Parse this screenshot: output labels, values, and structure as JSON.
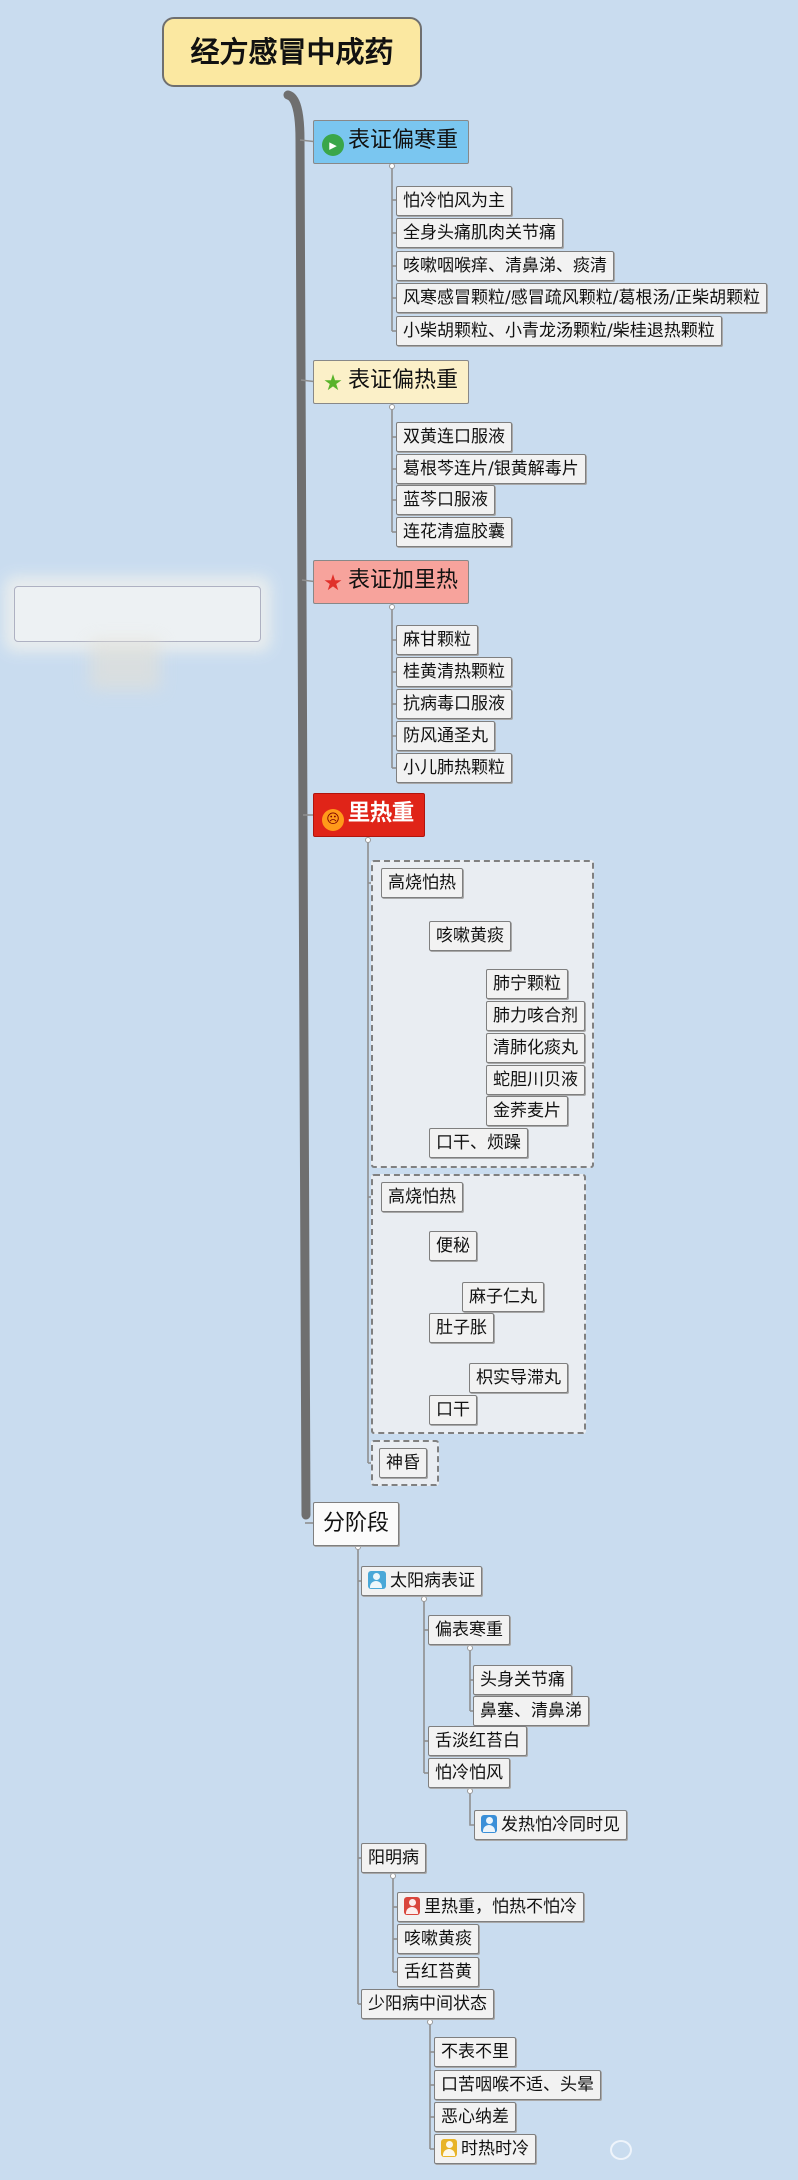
{
  "title": "经方感冒中成药",
  "cat_cold": {
    "label": "表证偏寒重",
    "items": [
      "怕冷怕风为主",
      "全身头痛肌肉关节痛",
      "咳嗽咽喉痒、清鼻涕、痰清",
      "风寒感冒颗粒/感冒疏风颗粒/葛根汤/正柴胡颗粒",
      "小柴胡颗粒、小青龙汤颗粒/柴桂退热颗粒"
    ]
  },
  "cat_heat": {
    "label": "表证偏热重",
    "items": [
      "双黄连口服液",
      "葛根芩连片/银黄解毒片",
      "蓝芩口服液",
      "连花清瘟胶囊"
    ]
  },
  "cat_inner": {
    "label": "表证加里热",
    "items": [
      "麻甘颗粒",
      "桂黄清热颗粒",
      "抗病毒口服液",
      "防风通圣丸",
      "小儿肺热颗粒"
    ]
  },
  "cat_heavy": {
    "label": "里热重",
    "box1": {
      "head": "高烧怕热",
      "sub": "咳嗽黄痰",
      "meds": [
        "肺宁颗粒",
        "肺力咳合剂",
        "清肺化痰丸",
        "蛇胆川贝液",
        "金荞麦片"
      ],
      "tail": "口干、烦躁"
    },
    "box2": {
      "head": "高烧怕热",
      "a": "便秘",
      "a_med": "麻子仁丸",
      "b": "肚子胀",
      "b_med": "枳实导滞丸",
      "tail": "口干"
    },
    "box3": "神昏"
  },
  "stages": {
    "label": "分阶段",
    "taiyang": {
      "label": "太阳病表证",
      "sub": "偏表寒重",
      "sub_items": [
        "头身关节痛",
        "鼻塞、清鼻涕"
      ],
      "tongue": "舌淡红苔白",
      "chills": "怕冷怕风",
      "chills_note": "发热怕冷同时见"
    },
    "yangming": {
      "label": "阳明病",
      "items": [
        "里热重，怕热不怕冷",
        "咳嗽黄痰",
        "舌红苔黄"
      ]
    },
    "shaoyang": {
      "label": "少阳病中间状态",
      "items": [
        "不表不里",
        "口苦咽喉不适、头晕",
        "恶心纳差",
        "时热时冷"
      ]
    }
  },
  "colors": {
    "background": "#c9dcef",
    "root": "#fbe8a1",
    "cold": "#7ac6f0",
    "heat": "#fbf0c8",
    "inner": "#f7a39c",
    "heavy": "#e02418"
  },
  "icons": {
    "cold": "play-icon",
    "heat": "star-icon",
    "inner": "star-icon",
    "heavy": "angry-face-icon",
    "taiyang": "people-icon",
    "person_blue": "person-icon",
    "person_red": "person-icon",
    "person_yellow": "person-icon"
  }
}
